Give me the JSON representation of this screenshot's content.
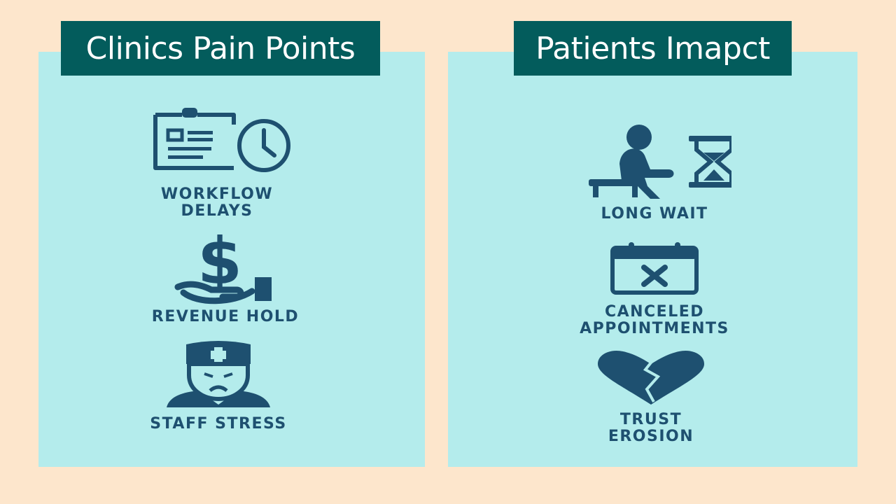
{
  "colors": {
    "background": "#fde6cc",
    "panel": "#b4ecec",
    "title_bg": "#035c5c",
    "title_text": "#ffffff",
    "icon": "#1e5070"
  },
  "left_panel": {
    "title": "Clinics Pain Points",
    "items": [
      {
        "icon": "clipboard-clock-icon",
        "label_lines": [
          "WORKFLOW",
          "DELAYS"
        ]
      },
      {
        "icon": "dollar-hand-icon",
        "label_lines": [
          "REVENUE HOLD"
        ]
      },
      {
        "icon": "stressed-nurse-icon",
        "label_lines": [
          "STAFF STRESS"
        ]
      }
    ]
  },
  "right_panel": {
    "title": "Patients Imapct",
    "items": [
      {
        "icon": "waiting-person-hourglass-icon",
        "label_lines": [
          "LONG WAIT"
        ]
      },
      {
        "icon": "calendar-cancel-icon",
        "label_lines": [
          "CANCELED",
          "APPOINTMENTS"
        ]
      },
      {
        "icon": "broken-heart-icon",
        "label_lines": [
          "TRUST",
          "EROSION"
        ]
      }
    ]
  }
}
